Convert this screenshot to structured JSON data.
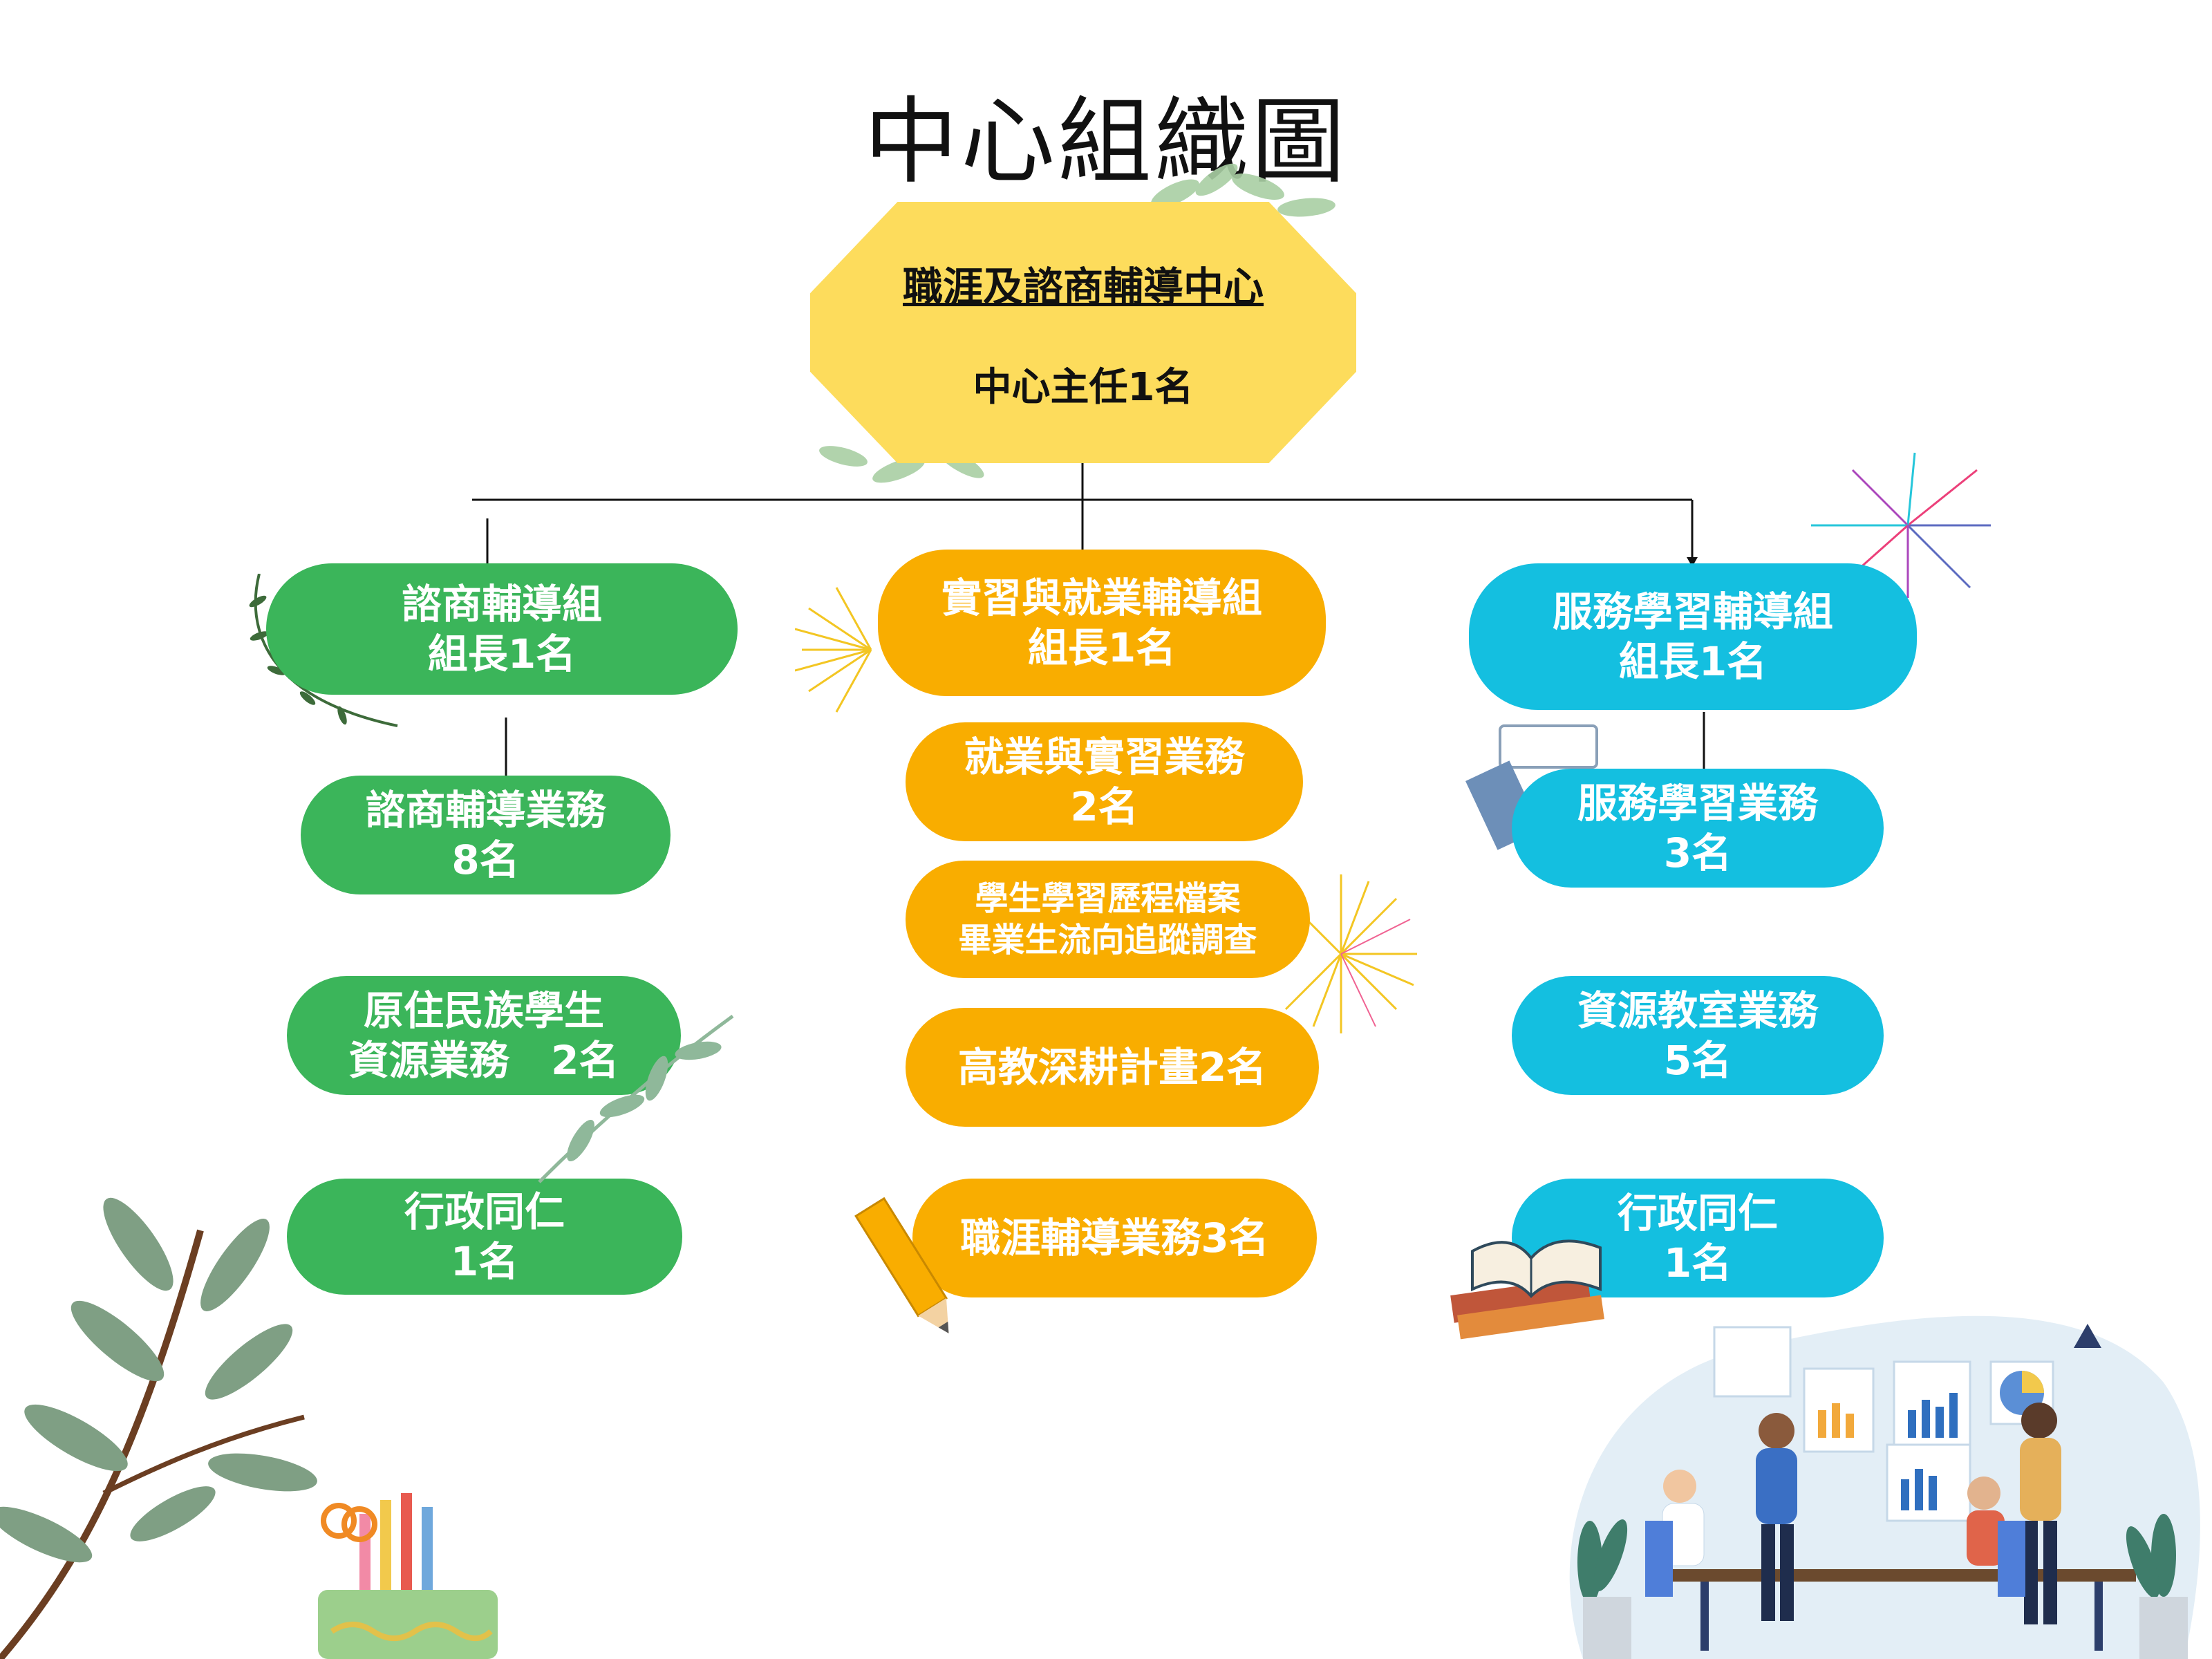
{
  "title": "中心組織圖",
  "center": {
    "name": "職涯及諮商輔導中心",
    "role": "中心主任1名"
  },
  "groups": [
    {
      "key": "counseling",
      "color": "#3bb55a",
      "head": {
        "line1": "諮商輔導組",
        "line2": "組長1名"
      },
      "items": [
        {
          "line1": "諮商輔導業務",
          "line2": "8名"
        },
        {
          "line1": "原住民族學生",
          "line2": "資源業務   2名"
        },
        {
          "line1": "行政同仁",
          "line2": "1名"
        }
      ]
    },
    {
      "key": "internship",
      "color": "#f9ad00",
      "head": {
        "line1": "實習與就業輔導組",
        "line2": "組長1名"
      },
      "items": [
        {
          "line1": "就業與實習業務",
          "line2": "2名"
        },
        {
          "line1": "學生學習歷程檔案",
          "line2": "畢業生流向追蹤調查"
        },
        {
          "line1": "高教深耕計畫2名",
          "line2": ""
        },
        {
          "line1": "職涯輔導業務3名",
          "line2": ""
        }
      ]
    },
    {
      "key": "service",
      "color": "#14bfe0",
      "head": {
        "line1": "服務學習輔導組",
        "line2": "組長1名"
      },
      "items": [
        {
          "line1": "服務學習業務",
          "line2": "3名"
        },
        {
          "line1": "資源教室業務",
          "line2": "5名"
        },
        {
          "line1": "行政同仁",
          "line2": "1名"
        }
      ]
    }
  ]
}
